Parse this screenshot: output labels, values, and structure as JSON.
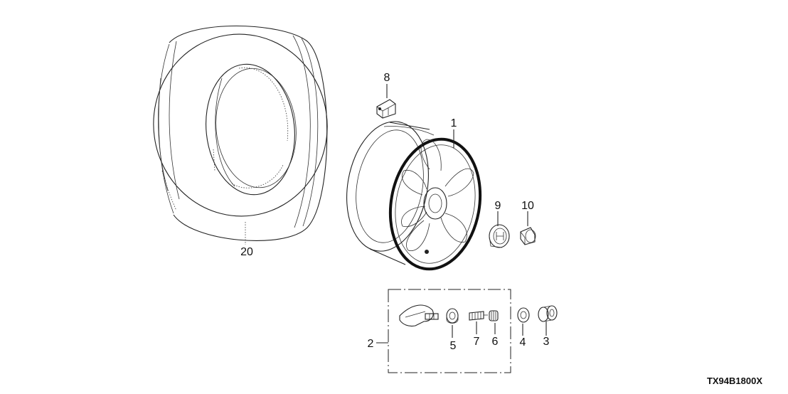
{
  "diagram_code": "TX94B1800X",
  "parts": {
    "p1": "1",
    "p2": "2",
    "p3": "3",
    "p4": "4",
    "p5": "5",
    "p6": "6",
    "p7": "7",
    "p8": "8",
    "p9": "9",
    "p10": "10",
    "p20": "20"
  }
}
